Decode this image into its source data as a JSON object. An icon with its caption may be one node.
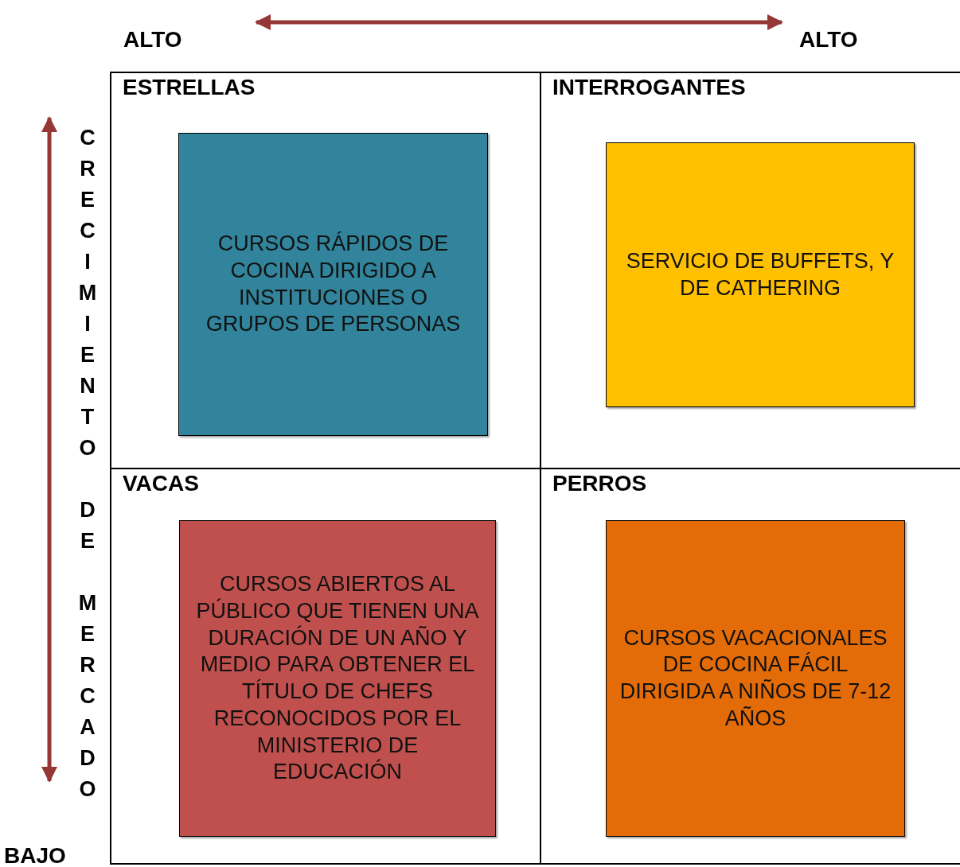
{
  "diagram": {
    "nodes": [
      {
        "text": [
          "ESTRELLAS"
        ]
      },
      {
        "text": [
          "CURSOS RÁPIDOS DE COCINA DIRIGIDO A INSTITUCIONES O GRUPOS DE PERSONAS"
        ],
        "in": 0
      },
      {
        "text": [
          "INTERROGANTES"
        ]
      },
      {
        "text": [
          "SERVICIO DE BUFFETS, Y DE CATHERING"
        ],
        "in": 2
      },
      {
        "text": [
          "VACAS"
        ]
      },
      {
        "text": [
          "CURSOS ABIERTOS AL PÚBLICO QUE TIENEN UNA DURACIÓN DE UN AÑO Y MEDIO PARA OBTENER EL TÍTULO DE CHEFS RECONOCIDOS POR EL MINISTERIO DE EDUCACIÓN"
        ],
        "in": 4
      },
      {
        "text": [
          "PERROS"
        ]
      },
      {
        "text": [
          "CURSOS VACACIONALES DE COCINA FÁCIL DIRIGIDA A NIÑOS DE 7-12 AÑOS"
        ],
        "in": 6
      }
    ],
    "edges": [],
    "labels": [
      "ALTO",
      "ALTO",
      "CRECIMIENTO DE MERCADO",
      "BAJO"
    ]
  }
}
